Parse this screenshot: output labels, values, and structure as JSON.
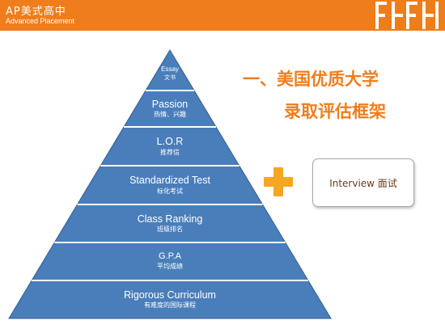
{
  "header": {
    "title": "AP美式高中",
    "subtitle": "Advanced Placement"
  },
  "heading": {
    "line1": "一、美国优质大学",
    "line2": "录取评估框架"
  },
  "pyramid": {
    "layers": [
      {
        "en": "Essay",
        "cn": "文书"
      },
      {
        "en": "Passion",
        "cn": "热情、兴趣"
      },
      {
        "en": "L.O.R",
        "cn": "推荐信"
      },
      {
        "en": "Standardized Test",
        "cn": "标化考试"
      },
      {
        "en": "Class Ranking",
        "cn": "班级排名"
      },
      {
        "en": "G.P.A",
        "cn": "平均成绩"
      },
      {
        "en": "Rigorous Curriculum",
        "cn": "有难度的国际课程"
      }
    ]
  },
  "interview": {
    "label": "Interview 面试"
  },
  "colors": {
    "accent": "#f07d1b",
    "pyramid_fill": "#4a7ebb",
    "pyramid_stroke": "#2f5d94",
    "plus": "#f5a623"
  }
}
